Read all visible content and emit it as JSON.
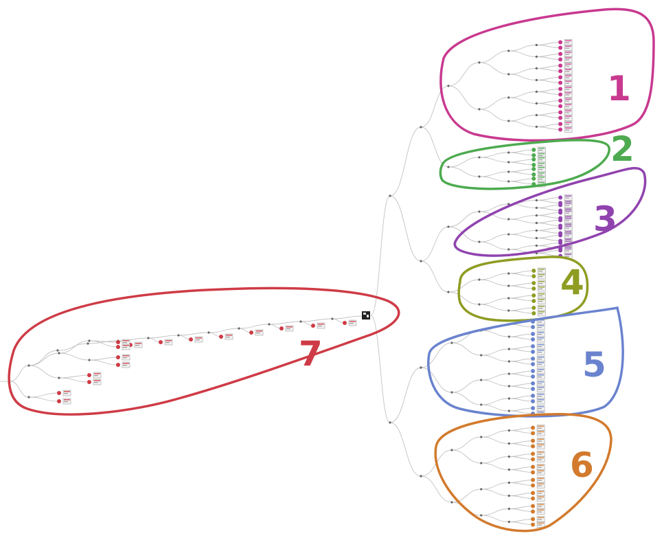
{
  "clusters": [
    {
      "id": "1",
      "label": "1",
      "color": "#C8398F"
    },
    {
      "id": "2",
      "label": "2",
      "color": "#4DAA4F"
    },
    {
      "id": "3",
      "label": "3",
      "color": "#9043AE"
    },
    {
      "id": "4",
      "label": "4",
      "color": "#8E9C22"
    },
    {
      "id": "5",
      "label": "5",
      "color": "#6A83CE"
    },
    {
      "id": "6",
      "label": "6",
      "color": "#D27A2D"
    },
    {
      "id": "7",
      "label": "7",
      "color": "#CE3B46"
    }
  ],
  "colors": {
    "branch": "#c2c2c2",
    "junction": "#666666",
    "root_node": "#222222",
    "background": "#ffffff"
  },
  "icons": {
    "root": "screenshot-thumbnail-icon",
    "leaf": "screenshot-thumbnail-icon"
  }
}
